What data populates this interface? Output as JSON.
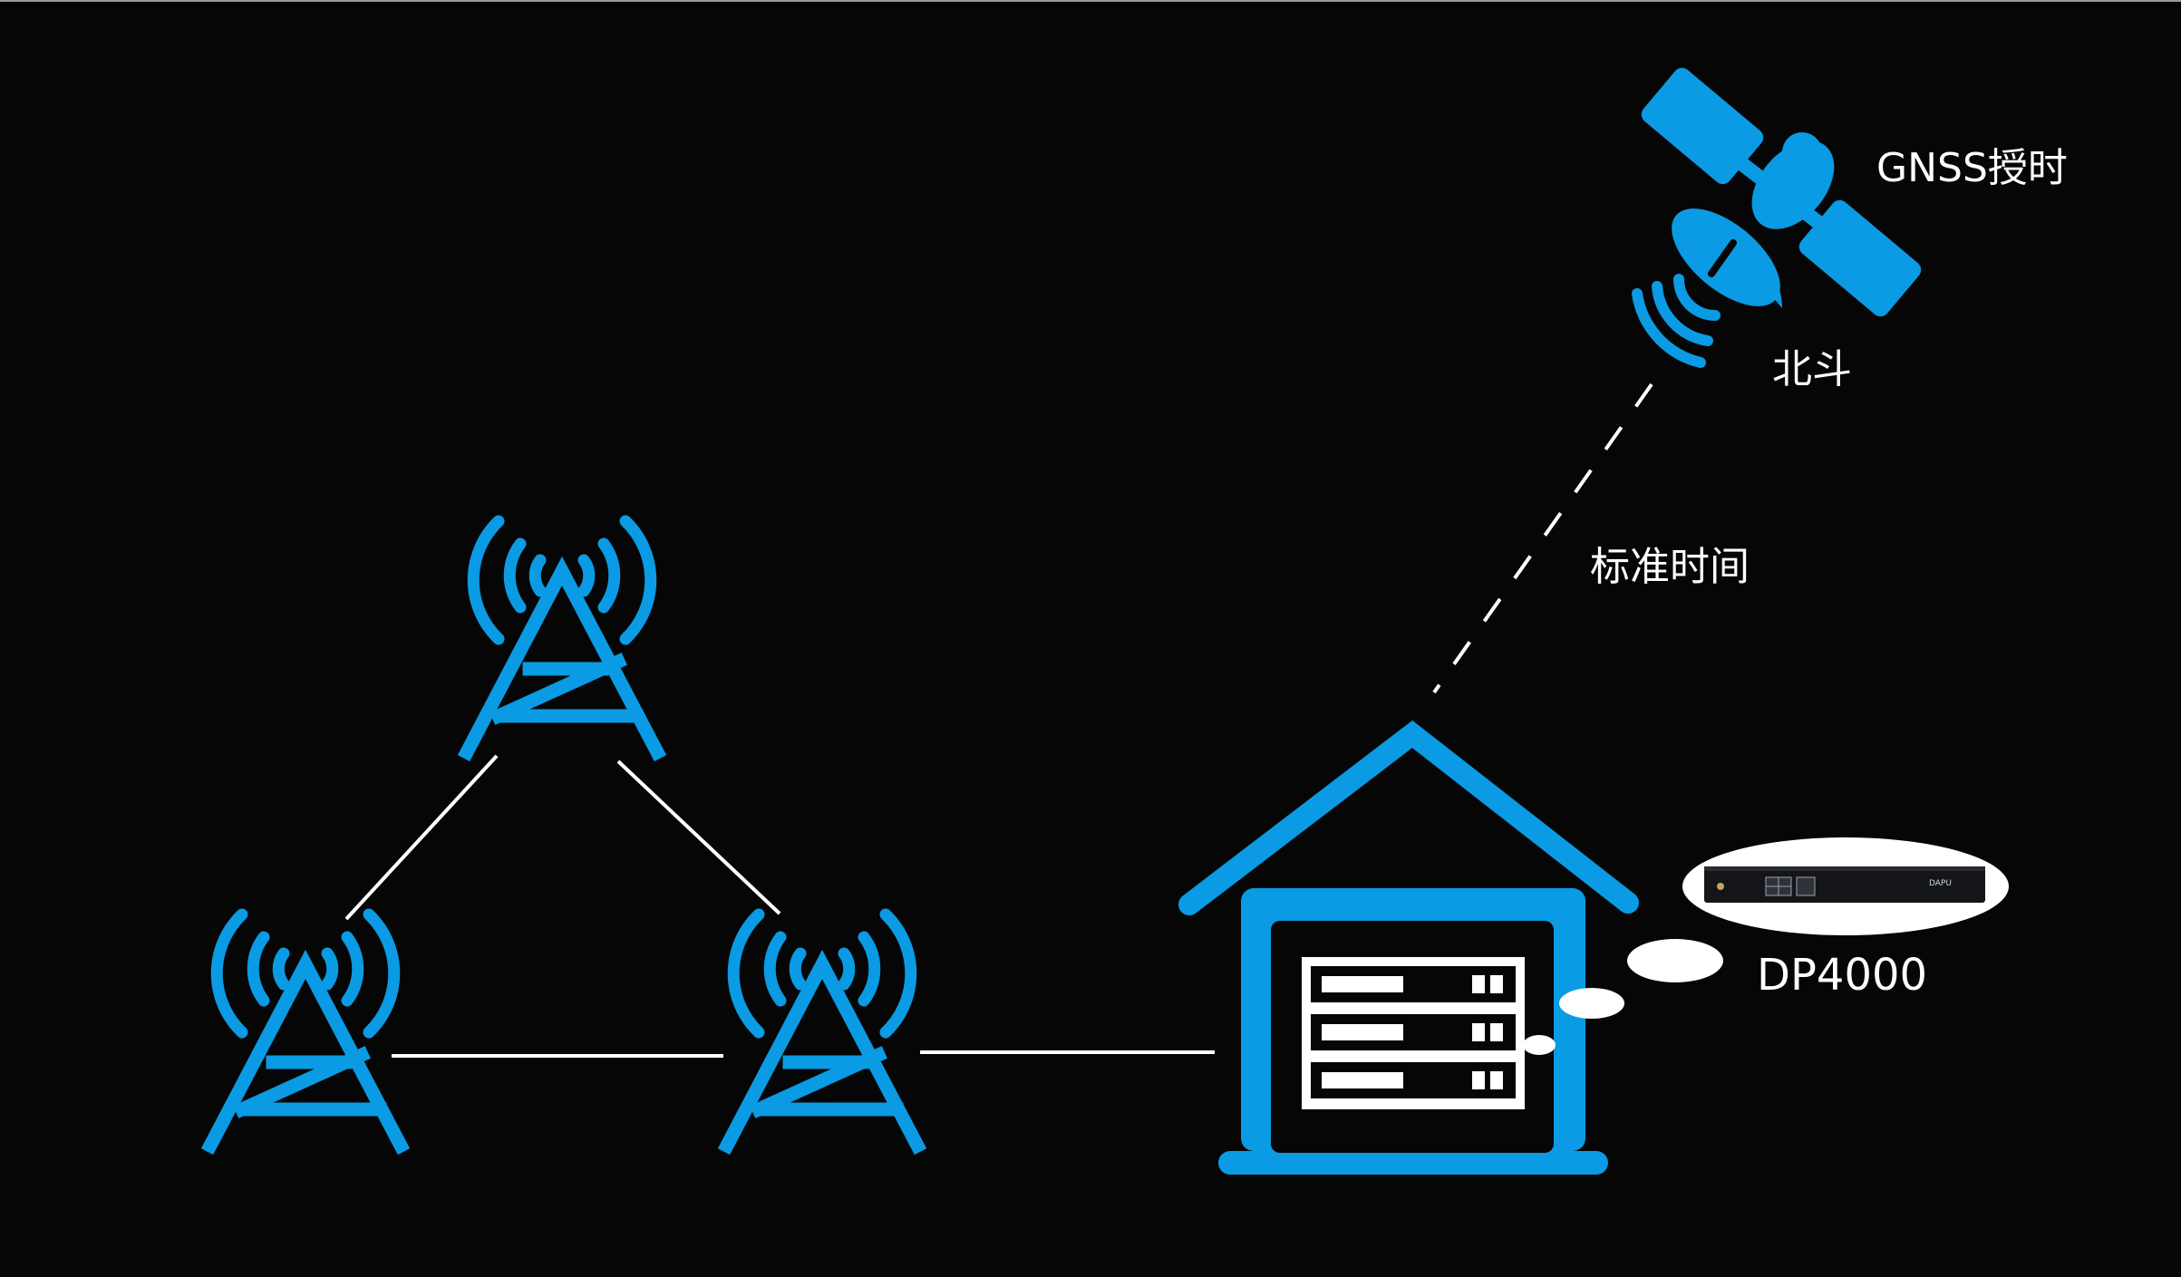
{
  "labels": {
    "gnss_timing": "GNSS授时",
    "beidou": "北斗",
    "standard_time": "标准时间",
    "device_model": "DP4000"
  },
  "device": {
    "brand": "DAPU"
  },
  "icons": {
    "satellite": "satellite-icon",
    "tower": "cell-tower-icon",
    "house": "house-icon",
    "server": "server-rack-icon"
  },
  "colors": {
    "background": "#060606",
    "accent_blue": "#0a9be4",
    "line_white": "#ffffff"
  }
}
